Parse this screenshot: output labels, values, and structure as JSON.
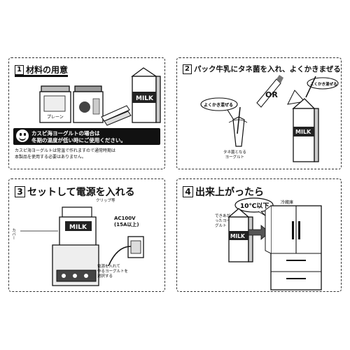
{
  "panels": [
    {
      "number": "1",
      "title": "材料の用意",
      "labels": {
        "jar_label": "プレーン",
        "milk_label": "MILK"
      },
      "warning_line1": "カスピ海ヨーグルトの場合は",
      "warning_line2": "冬期の温度が低い時にご使用ください。",
      "note_line1": "カスピ海ヨーグルトは常温で作れますので通常時期は",
      "note_line2": "本製品を使用する必要はありません。"
    },
    {
      "number": "2",
      "title": "パック牛乳にタネ菌を入れ、よくかきまぜる",
      "stir_label_left": "よくかき混ぜる",
      "stir_label_right": "よくかき混ぜる",
      "or_label": "OR",
      "starter_label_line1": "タネ菌となる",
      "starter_label_line2": "ヨーグルト",
      "milk_label": "MILK"
    },
    {
      "number": "3",
      "title": "セットして電源を入れる",
      "clip_label": "クリップ等",
      "cover_label": "カバー",
      "power_label_line1": "AC100V",
      "power_label_line2": "(15A以上)",
      "switch_label_line1": "電源を入れて",
      "switch_label_line2": "作るヨーグルトを",
      "switch_label_line3": "選択する",
      "milk_label": "MILK"
    },
    {
      "number": "4",
      "title": "出来上がったら",
      "temp_label": "10℃以下",
      "fridge_label": "冷蔵庫",
      "done_label_line1": "できあが",
      "done_label_line2": "ったヨー",
      "done_label_line3": "グルト",
      "milk_label": "MILK"
    }
  ]
}
